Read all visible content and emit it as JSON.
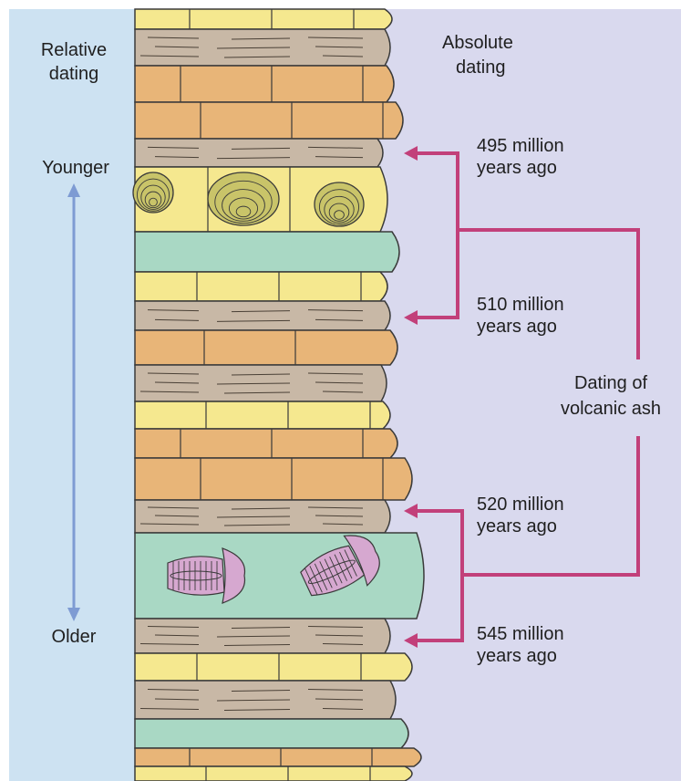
{
  "relative_panel": {
    "title_line1": "Relative",
    "title_line2": "dating",
    "younger_label": "Younger",
    "older_label": "Older",
    "panel_color": "#cde2f2",
    "arrow_color": "#7e9bd3"
  },
  "absolute_panel": {
    "title_line1": "Absolute",
    "title_line2": "dating",
    "panel_color": "#d9d9ee",
    "bracket_color": "#c2407a",
    "ages": [
      {
        "line1": "495 million",
        "line2": "years ago"
      },
      {
        "line1": "510 million",
        "line2": "years ago"
      },
      {
        "line1": "520 million",
        "line2": "years ago"
      },
      {
        "line1": "545 million",
        "line2": "years ago"
      }
    ],
    "method_line1": "Dating of",
    "method_line2": "volcanic ash"
  },
  "rock_colors": {
    "shale": "#c8b8a6",
    "sandstone": "#e8b578",
    "limestone": "#f5e88f",
    "ash": "#a9d8c4",
    "fossil_shell": "#c9c469",
    "fossil_trilobite": "#d6a8d0"
  }
}
